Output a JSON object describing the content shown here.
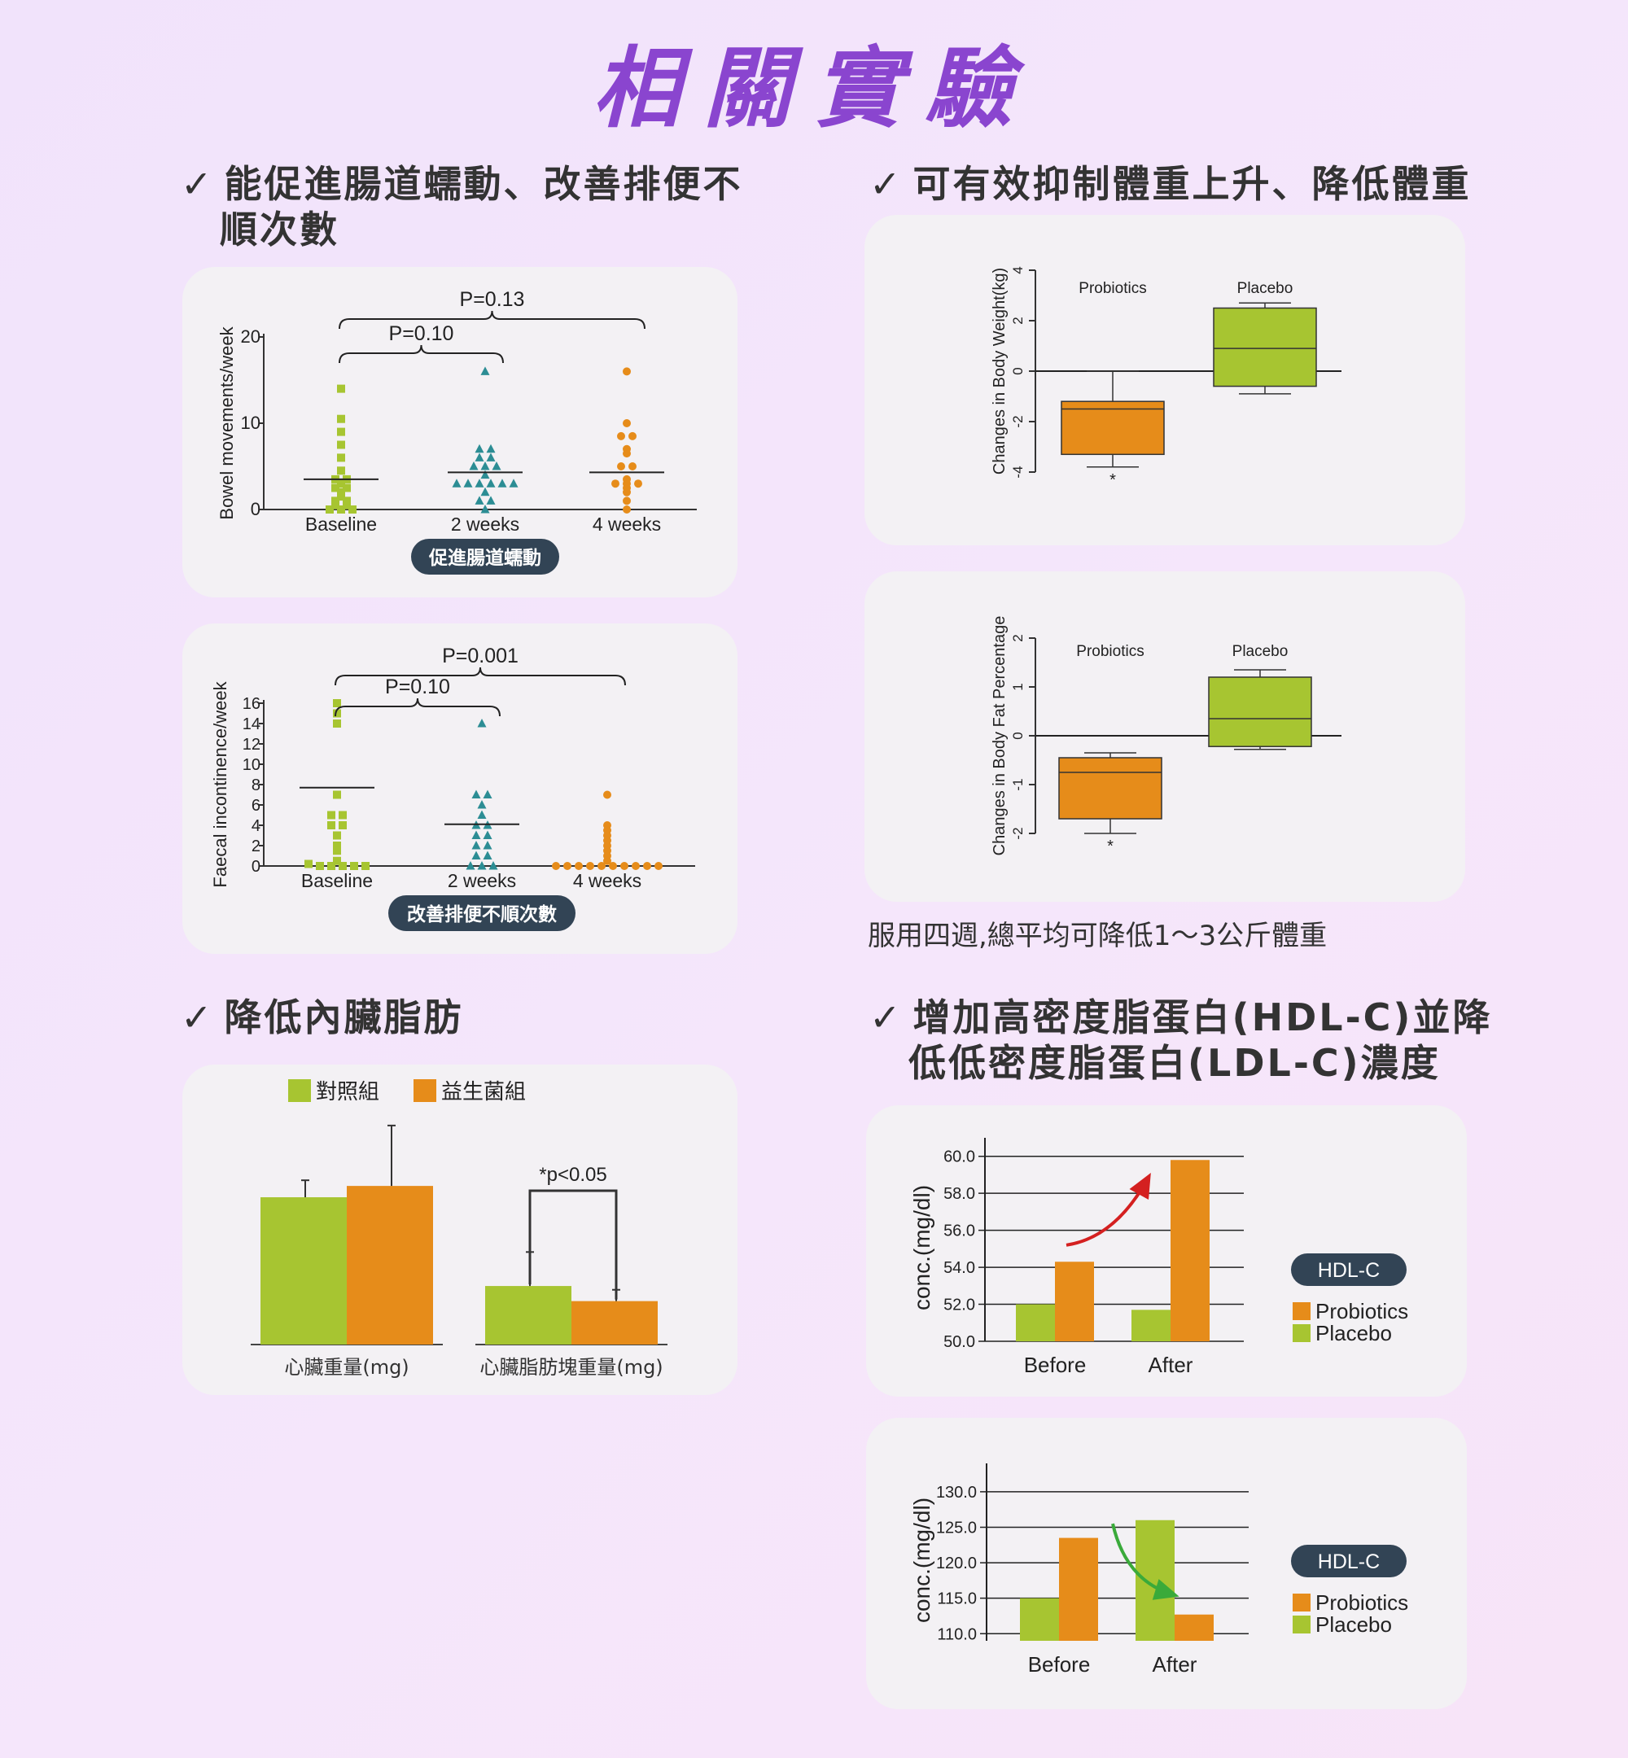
{
  "page": {
    "title": "相關實驗"
  },
  "headings": {
    "bowel_line1": "能促進腸道蠕動、改善排便不",
    "bowel_line2": "順次數",
    "weight": "可有效抑制體重上升、降低體重",
    "visceral": "降低內臟脂肪",
    "hdl_line1": "增加高密度脂蛋白(HDL-C)並降",
    "hdl_line2": "低低密度脂蛋白(LDL-C)濃度",
    "check": "✓"
  },
  "weight_note": "服用四週,總平均可降低1～3公斤體重",
  "colors": {
    "green": "#a7c531",
    "orange": "#e68c1a",
    "teal": "#2c8d94",
    "badge": "#324455",
    "title": "#8a45cf",
    "red_arrow": "#d42020",
    "green_arrow": "#3aaa3a"
  },
  "chart_data": [
    {
      "id": "bowel",
      "type": "scatter",
      "ylabel": "Bowel movements/week",
      "ylim": [
        0,
        20
      ],
      "yticks": [
        "0",
        "10",
        "20"
      ],
      "categories": [
        "Baseline",
        "2 weeks",
        "4 weeks"
      ],
      "badge": "促進腸道蠕動",
      "p_values": [
        {
          "label": "P=0.10",
          "from": 0,
          "to": 1
        },
        {
          "label": "P=0.13",
          "from": 0,
          "to": 2
        }
      ],
      "groups": [
        {
          "name": "Baseline",
          "marker": "square",
          "color": "#a7c531",
          "mean": 3.5,
          "values": [
            14,
            10.5,
            9,
            7.5,
            6,
            4.5,
            3.5,
            3.5,
            3,
            2.5,
            2.5,
            2,
            1.5,
            1,
            1,
            0.5,
            0.5,
            0,
            0,
            0
          ]
        },
        {
          "name": "2 weeks",
          "marker": "triangle",
          "color": "#2c8d94",
          "mean": 4.3,
          "values": [
            16,
            7,
            7,
            6,
            6,
            5,
            5,
            5,
            4,
            3,
            3,
            3,
            3,
            3,
            3,
            2,
            1,
            1,
            0
          ]
        },
        {
          "name": "4 weeks",
          "marker": "circle",
          "color": "#e68c1a",
          "mean": 4.3,
          "values": [
            16,
            10,
            8.5,
            8.5,
            7,
            6.5,
            5,
            5,
            3.5,
            3,
            3,
            3,
            2.5,
            2,
            1,
            0
          ]
        }
      ]
    },
    {
      "id": "faecal",
      "type": "scatter",
      "ylabel": "Faecal incontinence/week",
      "ylim": [
        0,
        16
      ],
      "yticks": [
        "0",
        "2",
        "4",
        "6",
        "8",
        "10",
        "12",
        "14",
        "16"
      ],
      "categories": [
        "Baseline",
        "2 weeks",
        "4 weeks"
      ],
      "badge": "改善排便不順次數",
      "p_values": [
        {
          "label": "P=0.10",
          "from": 0,
          "to": 1
        },
        {
          "label": "P=0.001",
          "from": 0,
          "to": 2
        }
      ],
      "groups": [
        {
          "name": "Baseline",
          "marker": "square",
          "color": "#a7c531",
          "mean": 7.7,
          "values": [
            16,
            15,
            14,
            7,
            5,
            5,
            4,
            4,
            3,
            2,
            1.5,
            0.5,
            0.2,
            0,
            0,
            0,
            0,
            0
          ]
        },
        {
          "name": "2 weeks",
          "marker": "triangle",
          "color": "#2c8d94",
          "mean": 4.1,
          "values": [
            14,
            7,
            7,
            6,
            5,
            4,
            4,
            3,
            3,
            2,
            2,
            1,
            1,
            0,
            0,
            0
          ]
        },
        {
          "name": "4 weeks",
          "marker": "circle",
          "color": "#e68c1a",
          "mean": 0,
          "values": [
            7,
            4,
            3.5,
            3,
            2.5,
            2,
            1.5,
            1,
            0.5,
            0,
            0,
            0,
            0,
            0,
            0,
            0,
            0,
            0,
            0
          ]
        }
      ]
    },
    {
      "id": "body_weight",
      "type": "box",
      "ylabel": "Changes in Body Weight(kg)",
      "ylim": [
        -4,
        4
      ],
      "yticks": [
        "-4",
        "-2",
        "0",
        "2",
        "4"
      ],
      "star": "*",
      "boxes": [
        {
          "name": "Probiotics",
          "color": "#e68c1a",
          "whisker_low": -3.8,
          "q1": -3.3,
          "median": -1.5,
          "q3": -1.2,
          "whisker_high": 0
        },
        {
          "name": "Placebo",
          "color": "#a7c531",
          "whisker_low": -0.9,
          "q1": -0.6,
          "median": 0.9,
          "q3": 2.5,
          "whisker_high": 2.7
        }
      ]
    },
    {
      "id": "body_fat",
      "type": "box",
      "ylabel": "Changes in Body Fat Percentage",
      "ylim": [
        -2,
        2
      ],
      "yticks": [
        "-2",
        "-1",
        "0",
        "1",
        "2"
      ],
      "star": "*",
      "boxes": [
        {
          "name": "Probiotics",
          "color": "#e68c1a",
          "whisker_low": -2.0,
          "q1": -1.7,
          "median": -0.75,
          "q3": -0.45,
          "whisker_high": -0.35
        },
        {
          "name": "Placebo",
          "color": "#a7c531",
          "whisker_low": -0.28,
          "q1": -0.22,
          "median": 0.35,
          "q3": 1.2,
          "whisker_high": 1.35
        }
      ]
    },
    {
      "id": "visceral",
      "type": "bar",
      "legend": [
        "對照組",
        "益生菌組"
      ],
      "categories": [
        "心臟重量(mg)",
        "心臟脂肪塊重量(mg)"
      ],
      "annotation": "*p<0.05",
      "series": [
        {
          "name": "對照組",
          "color": "#a7c531",
          "values": [
            78,
            31
          ],
          "err": [
            9,
            18
          ]
        },
        {
          "name": "益生菌組",
          "color": "#e68c1a",
          "values": [
            84,
            23
          ],
          "err": [
            32,
            6
          ]
        }
      ],
      "ylim": [
        0,
        120
      ]
    },
    {
      "id": "hdl",
      "type": "bar",
      "ylabel": "conc.(mg/dl)",
      "ylim": [
        50,
        61
      ],
      "yticks": [
        "50.0",
        "52.0",
        "54.0",
        "56.0",
        "58.0",
        "60.0"
      ],
      "categories": [
        "Before",
        "After"
      ],
      "badge": "HDL-C",
      "series": [
        {
          "name": "Placebo",
          "color": "#a7c531",
          "values": [
            52.0,
            51.7
          ]
        },
        {
          "name": "Probiotics",
          "color": "#e68c1a",
          "values": [
            54.3,
            59.8
          ]
        }
      ],
      "legend": [
        "Probiotics",
        "Placebo"
      ],
      "trend": "up"
    },
    {
      "id": "ldl",
      "type": "bar",
      "ylabel": "conc.(mg/dl)",
      "ylim": [
        109,
        134
      ],
      "yticks": [
        "110.0",
        "115.0",
        "120.0",
        "125.0",
        "130.0"
      ],
      "categories": [
        "Before",
        "After"
      ],
      "badge": "HDL-C",
      "series": [
        {
          "name": "Placebo",
          "color": "#a7c531",
          "values": [
            115.0,
            126.0
          ]
        },
        {
          "name": "Probiotics",
          "color": "#e68c1a",
          "values": [
            123.5,
            112.7
          ]
        }
      ],
      "legend": [
        "Probiotics",
        "Placebo"
      ],
      "trend": "down"
    }
  ]
}
